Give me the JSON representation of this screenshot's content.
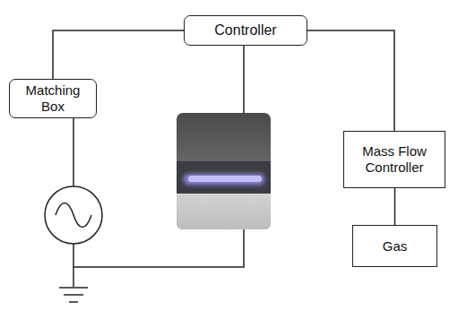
{
  "diagram": {
    "nodes": [
      {
        "text": [
          "Controller"
        ]
      },
      {
        "text": [
          "Matching Box"
        ]
      },
      {
        "text": [
          "Mass Flow Controller"
        ]
      },
      {
        "text": [
          "Gas"
        ]
      }
    ],
    "edges": [
      {
        "from": 0,
        "to": 1,
        "arrow": "none"
      },
      {
        "from": 0,
        "to": 2,
        "arrow": "none"
      },
      {
        "from": 2,
        "to": 3,
        "arrow": "none"
      }
    ]
  }
}
